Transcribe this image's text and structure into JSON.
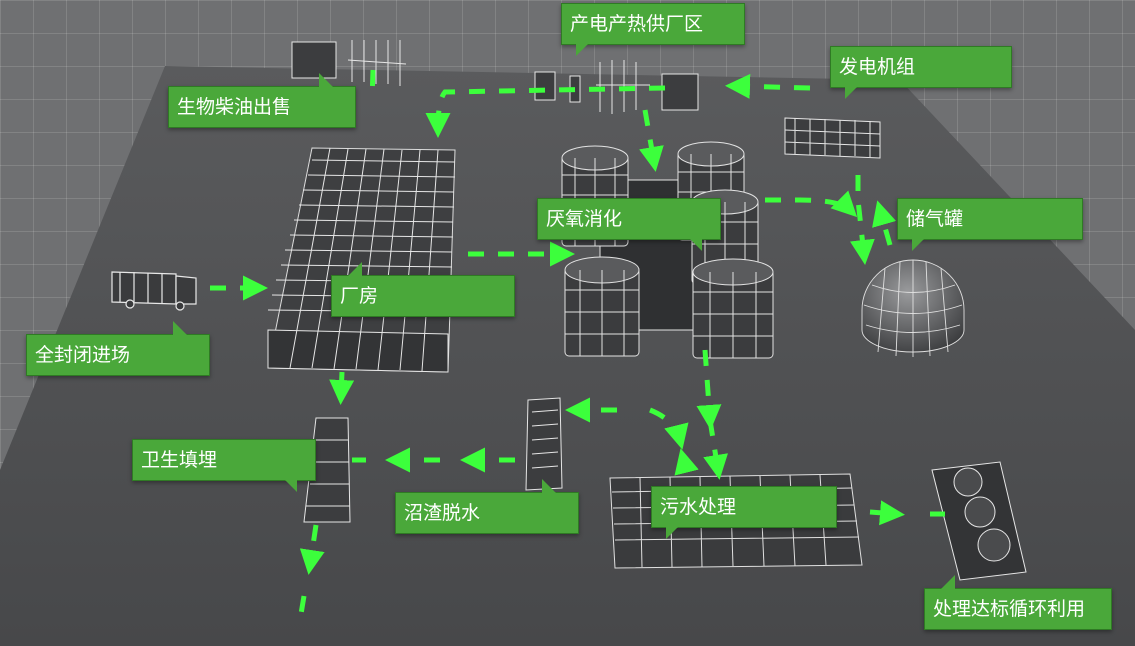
{
  "colors": {
    "label_bg": "#4aa83a",
    "flow_arrow": "#3cff3c",
    "ground": "#4e4f51",
    "wireframe": "#e8e8e8"
  },
  "labels": {
    "power_heat_area": "产电产热供厂区",
    "biodiesel_sale": "生物柴油出售",
    "generator_set": "发电机组",
    "anaerobic_digestion": "厌氧消化",
    "gas_tank": "储气罐",
    "plant_building": "厂房",
    "sealed_entry": "全封闭进场",
    "sanitary_landfill": "卫生填埋",
    "biogas_residue_dewatering": "沼渣脱水",
    "sewage_treatment": "污水处理",
    "treated_recycling": "处理达标循环利用"
  }
}
